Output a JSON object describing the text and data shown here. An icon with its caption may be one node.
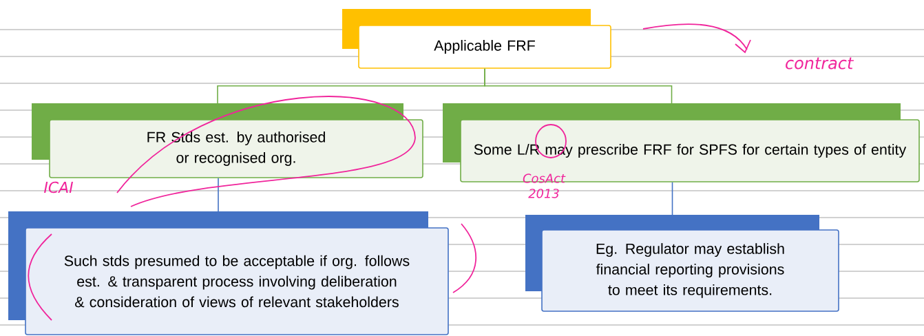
{
  "diagram": {
    "nodes": [
      {
        "text": [
          "Applicable FRF"
        ]
      },
      {
        "text": [
          "FR Stds est. by authorised or recognised org."
        ]
      },
      {
        "text": [
          "Some L/R may prescribe FRF for SPFS for certain types of entity"
        ]
      },
      {
        "text": [
          "Such stds presumed to be acceptable if org. follows est. & transparent process involving deliberation & consideration of views of relevant stakeholders"
        ]
      },
      {
        "text": [
          "Eg. Regulator may establish financial reporting provisions to meet its requirements."
        ]
      }
    ],
    "edges": [
      {
        "from": 0,
        "to": 1,
        "arrow": "none"
      },
      {
        "from": 0,
        "to": 2,
        "arrow": "none"
      },
      {
        "from": 1,
        "to": 3,
        "arrow": "none",
        "color": "#4472c4"
      },
      {
        "from": 2,
        "to": 4,
        "arrow": "none",
        "color": "#4472c4"
      }
    ],
    "labels": [
      "contract",
      "ICAI",
      "CosAct 2013"
    ]
  }
}
